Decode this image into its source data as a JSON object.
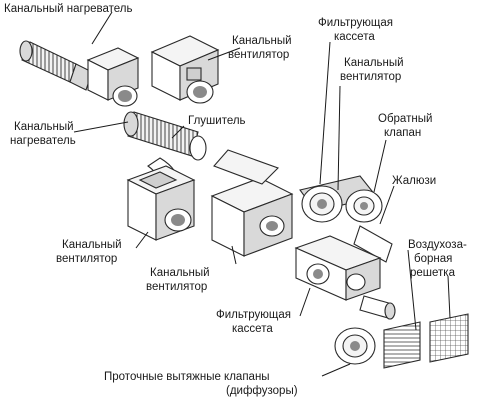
{
  "labels": {
    "heater_top": "Канальный нагреватель",
    "fan_top_1": "Канальный",
    "fan_top_2": "вентилятор",
    "filter_top_1": "Фильтрующая",
    "filter_top_2": "кассета",
    "fan_right_1": "Канальный",
    "fan_right_2": "вентилятор",
    "heater_left_1": "Канальный",
    "heater_left_2": "нагреватель",
    "silencer": "Глушитель",
    "check_valve_1": "Обратный",
    "check_valve_2": "клапан",
    "louvers": "Жалюзи",
    "fan_left_1": "Канальный",
    "fan_left_2": "вентилятор",
    "intake_1": "Воздухоза-",
    "intake_2": "борная",
    "intake_3": "решетка",
    "fan_center_1": "Канальный",
    "fan_center_2": "вентилятор",
    "filter_bottom_1": "Фильтрующая",
    "filter_bottom_2": "кассета",
    "diffusers_1": "Проточные вытяжные клапаны",
    "diffusers_2": "(диффузоры)"
  }
}
